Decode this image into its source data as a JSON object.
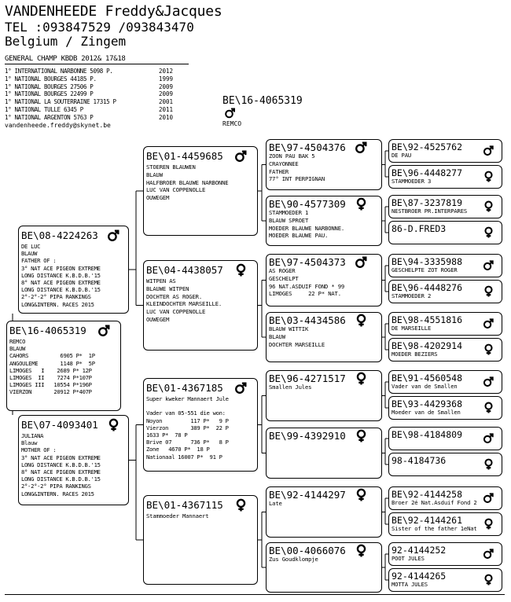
{
  "header": {
    "name": "VANDENHEEDE Freddy&Jacques",
    "tel": "TEL :093847529 /093843470",
    "country": "Belgium / Zingem",
    "results_title": "GENERAL CHAMP KBDB 2012& 17&18",
    "results": [
      {
        "text": "1° INTERNATIONAL NARBONNE 5098 P.",
        "year": "2012"
      },
      {
        "text": "1° NATIONAL BOURGES 44185 P.",
        "year": "1999"
      },
      {
        "text": "1° NATIONAL BOURGES 27506 P",
        "year": "2009"
      },
      {
        "text": "1° NATIONAL BOURGES 22499 P",
        "year": "2009"
      },
      {
        "text": "1° NATIONAL LA SOUTERRAINE 17315 P",
        "year": "2001"
      },
      {
        "text": "1° NATIONAL TULLE       6345 P",
        "year": "2011"
      },
      {
        "text": "1° NATIONAL ARGENTON 5763 P",
        "year": "2010"
      }
    ],
    "email": "vandenheede.freddy@skynet.be"
  },
  "subject": {
    "ring": "BE\\16-4065319",
    "name": "REMCO",
    "sex": "male"
  },
  "pigeons": {
    "p0": {
      "ring": "BE\\16-4065319",
      "sex": "male",
      "lines": [
        "REMCO",
        "BLAUW",
        "CAHORS          6905 P*  1P",
        "ANGOULEME       1148 P*  5P",
        "LIMOGES   I    2689 P* 12P",
        "LIMOGES  II    7274 P*107P",
        "LIMOGES III   10554 P*196P",
        "VIERZON       20912 P*407P"
      ]
    },
    "p1": {
      "ring": "BE\\08-4224263",
      "sex": "male",
      "lines": [
        "DE LUC",
        "BLAUW",
        "FATHER OF :",
        "3° NAT ACE PIGEON EXTREME",
        "LONG DISTANCE K.B.D.B.'15",
        "8° NAT ACE PIGEON EXTREME",
        "LONG DISTANCE K.B.D.B.'15",
        "2°-2°-2° PIPA RANKINGS",
        "LONG&INTERN. RACES 2015"
      ]
    },
    "p2": {
      "ring": "BE\\07-4093401",
      "sex": "female",
      "lines": [
        "JULIANA",
        "Blauw",
        "MOTHER OF :",
        "3° NAT ACE PIGEON EXTREME",
        "LONG DISTANCE K.B.D.B.'15",
        "8° NAT ACE PIGEON EXTREME",
        "LONG DISTANCE K.B.D.B.'15",
        "2°-2°-2° PIPA RANKINGS",
        "LONG&INTERN. RACES 2015"
      ]
    },
    "p3": {
      "ring": "BE\\01-4459685",
      "sex": "male",
      "lines": [
        "STOEREN BLAUWEN",
        "BLAUW",
        "HALFBROER BLAUWE NARBONNE",
        "LUC VAN COPPENOLLE",
        "OUWEGEM"
      ]
    },
    "p4": {
      "ring": "BE\\04-4438057",
      "sex": "female",
      "lines": [
        "WITPEN AS",
        "BLAUWE WITPEN",
        "DOCHTER AS ROGER.",
        "KLEINDOCHTER MARSEILLE.",
        "LUC VAN COPPENOLLE",
        "OUWEGEM"
      ]
    },
    "p5": {
      "ring": "BE\\01-4367185",
      "sex": "male",
      "lines": [
        "Super kweker Mannaert Jule",
        "",
        "Vader van 05-551 die won:",
        "Noyon         117 P*   9 P",
        "Vierzon       389 P*  22 P",
        "1633 P*  78 P",
        "Brive 07      736 P*   8 P",
        "Zone   4670 P*  18 P",
        "Nationaal 16007 P*  91 P"
      ]
    },
    "p6": {
      "ring": "BE\\01-4367115",
      "sex": "female",
      "lines": [
        "Stammoeder Mannaert"
      ]
    },
    "p7": {
      "ring": "BE\\97-4504376",
      "sex": "male",
      "lines": [
        "ZOON PAU BAK 5",
        "CRAYONNEE",
        "FATHER",
        "77° INT PERPIGNAN"
      ]
    },
    "p8": {
      "ring": "BE\\90-4577309",
      "sex": "female",
      "lines": [
        "STAMMOEDER 1",
        "BLAUW SPROET",
        "MOEDER BLAUWE NARBONNE.",
        "MOEDER BLAUWE PAU."
      ]
    },
    "p9": {
      "ring": "BE\\97-4504373",
      "sex": "male",
      "lines": [
        "AS ROGER",
        "GESCHELPT",
        "96 NAT.ASDUIF FOND * 99",
        "LIMOGES     22 P* NAT."
      ]
    },
    "p10": {
      "ring": "BE\\03-4434586",
      "sex": "female",
      "lines": [
        "BLAUW WITTIK",
        "BLAUW",
        "DOCHTER MARSEILLE"
      ]
    },
    "p11": {
      "ring": "BE\\96-4271517",
      "sex": "female",
      "lines": [
        "Smallen Jules"
      ]
    },
    "p12": {
      "ring": "BE\\99-4392910",
      "sex": "female",
      "lines": []
    },
    "p13": {
      "ring": "BE\\92-4144297",
      "sex": "female",
      "lines": [
        "Late"
      ]
    },
    "p14": {
      "ring": "BE\\00-4066076",
      "sex": "female",
      "lines": [
        "Zus Goudklompje"
      ]
    },
    "p15": {
      "ring": "BE\\92-4525762",
      "sex": "male",
      "lines": [
        "DE PAU"
      ]
    },
    "p16": {
      "ring": "BE\\96-4448277",
      "sex": "female",
      "lines": [
        "STAMMOEDER 3"
      ]
    },
    "p17": {
      "ring": "BE\\87-3237819",
      "sex": "female",
      "lines": [
        "NESTBROER PR.INTERPARES"
      ]
    },
    "p18": {
      "ring": "86-D.FRED3",
      "sex": "female",
      "lines": []
    },
    "p19": {
      "ring": "BE\\94-3335988",
      "sex": "male",
      "lines": [
        "GESCHELPTE ZOT ROGER"
      ]
    },
    "p20": {
      "ring": "BE\\96-4448276",
      "sex": "female",
      "lines": [
        "STAMMOEDER 2"
      ]
    },
    "p21": {
      "ring": "BE\\98-4551816",
      "sex": "male",
      "lines": [
        "DE MARSEILLE"
      ]
    },
    "p22": {
      "ring": "BE\\98-4202914",
      "sex": "female",
      "lines": [
        "MOEDER BEZIERS"
      ]
    },
    "p23": {
      "ring": "BE\\91-4560548",
      "sex": "male",
      "lines": [
        "Vader van de Smallen"
      ]
    },
    "p24": {
      "ring": "BE\\93-4429368",
      "sex": "female",
      "lines": [
        "Moeder van de Smallen"
      ]
    },
    "p25": {
      "ring": "BE\\98-4184809",
      "sex": "male",
      "lines": []
    },
    "p26": {
      "ring": "98-4184736",
      "sex": "female",
      "lines": []
    },
    "p27": {
      "ring": "BE\\92-4144258",
      "sex": "male",
      "lines": [
        "Broer 2é Nat.Asduif Fond 2"
      ]
    },
    "p28": {
      "ring": "BE\\92-4144261",
      "sex": "female",
      "lines": [
        "Sister of the father 1eNat"
      ]
    },
    "p29": {
      "ring": "92-4144252",
      "sex": "male",
      "lines": [
        "POOT JULES"
      ]
    },
    "p30": {
      "ring": "92-4144265",
      "sex": "female",
      "lines": [
        "MOTTA JULES"
      ]
    }
  }
}
